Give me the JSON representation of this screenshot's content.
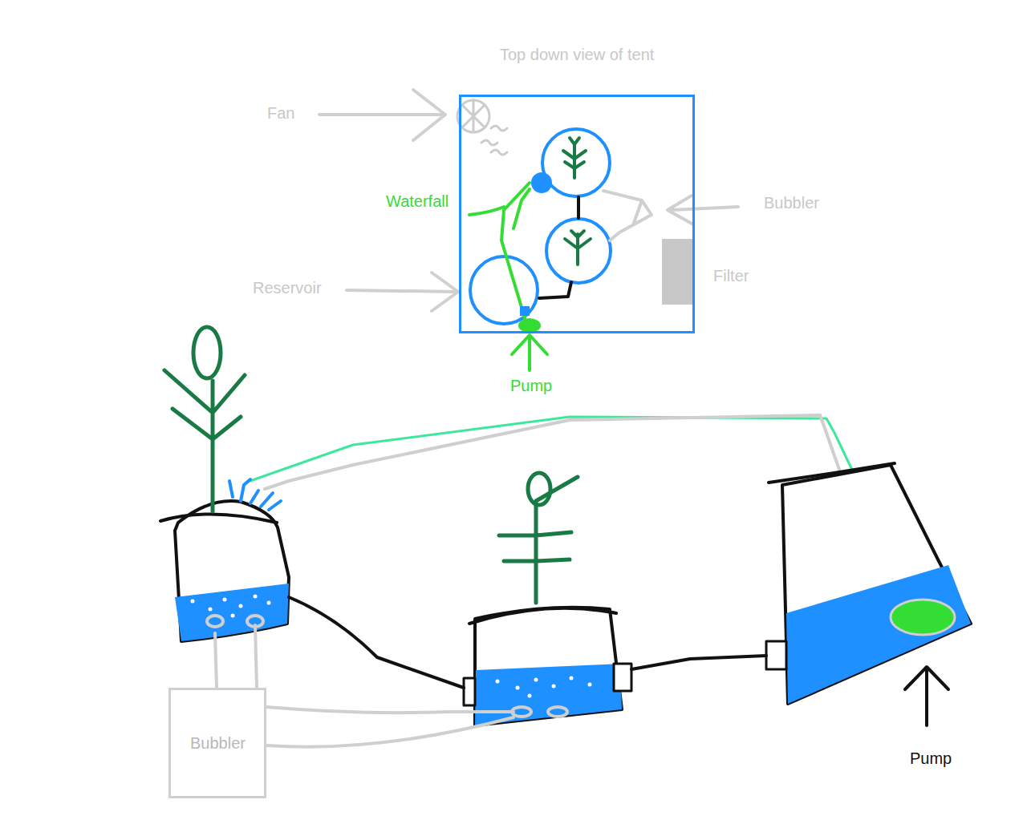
{
  "diagram": {
    "nodes": [
      {
        "text": [
          "Top down view of tent"
        ]
      },
      {
        "text": [
          "Bubbler"
        ]
      }
    ],
    "labels": [
      "Fan",
      "Waterfall",
      "Bubbler",
      "Reservoir",
      "Filter",
      "Pump",
      "Pump"
    ]
  }
}
